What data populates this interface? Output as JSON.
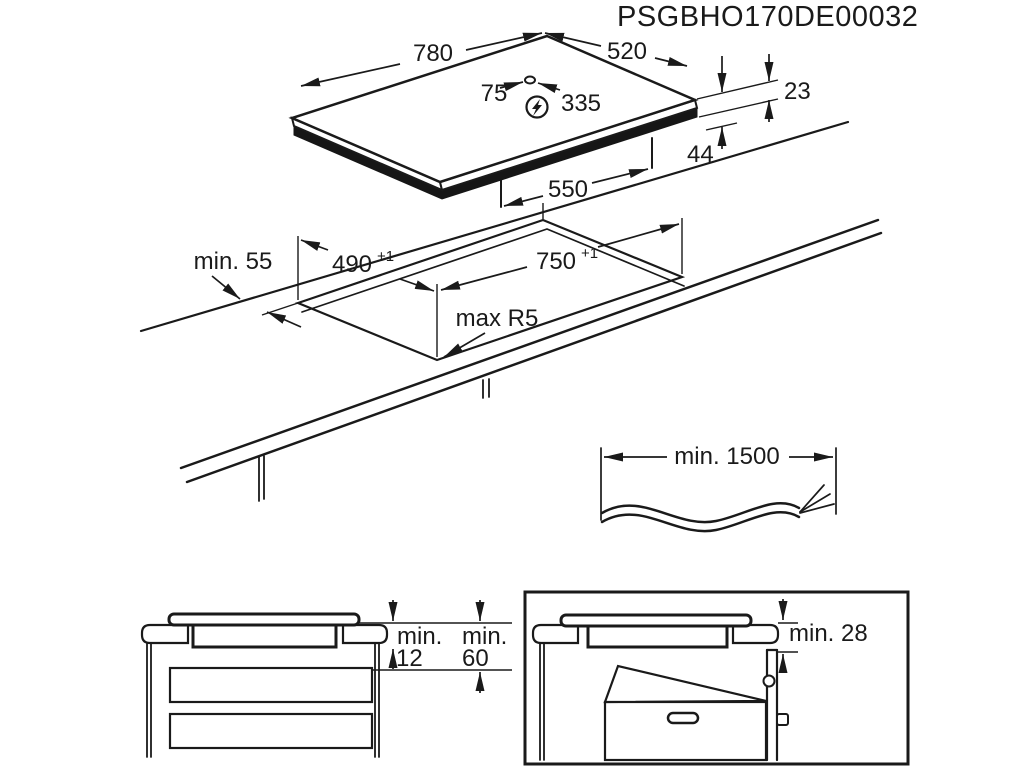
{
  "title": "PSGBHO170DE00032",
  "colors": {
    "ink": "#1a1a1a",
    "background": "#ffffff"
  },
  "hob_view": {
    "width_mm": "780",
    "depth_mm": "520",
    "cable_hole_offset_left": "75",
    "cable_hole_offset_right": "335",
    "profile_height": "23",
    "box_depth_below": "44",
    "box_width": "550",
    "power_icon": "lightning-bolt-in-circle"
  },
  "worktop_view": {
    "min_rear_clearance": "min. 55",
    "cutout_depth": {
      "value": "490",
      "tolerance": "+1"
    },
    "cutout_width": {
      "value": "750",
      "tolerance": "+1"
    },
    "corner_radius": "max R5"
  },
  "cable_view": {
    "min_cable_length": "min. 1500"
  },
  "drawer_section": {
    "clearance_to_drawer": {
      "prefix": "min.",
      "value": "12"
    },
    "clearance_below_worktop": {
      "prefix": "min.",
      "value": "60"
    }
  },
  "oven_section": {
    "clearance_to_oven": "min. 28"
  }
}
